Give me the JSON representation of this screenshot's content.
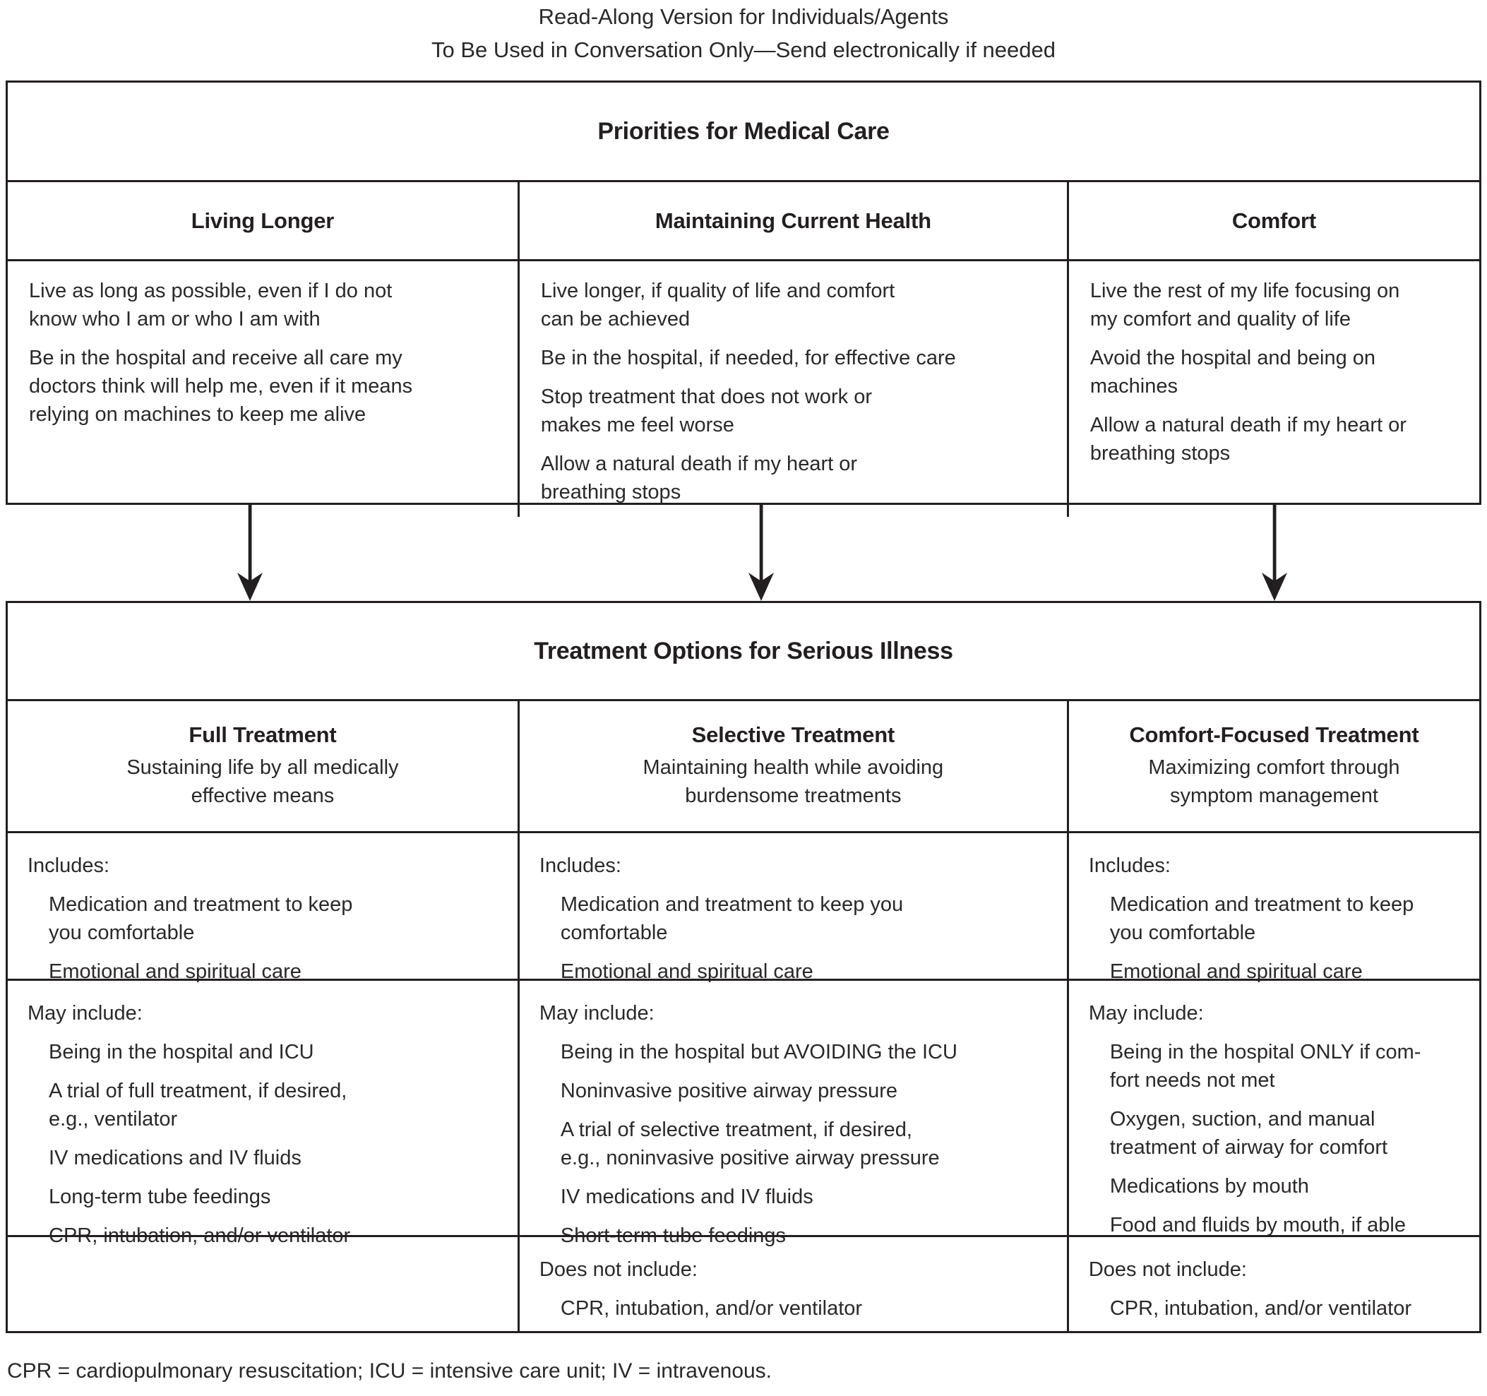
{
  "header": {
    "line1": "Read-Along Version for Individuals/Agents",
    "line2": "To Be Used in Conversation Only—Send electronically if needed"
  },
  "priorities_table": {
    "title": "Priorities for Medical Care",
    "columns": [
      {
        "header": "Living Longer",
        "items": [
          "Live as long as possible, even if I do not\nknow who I am or who I am with",
          "Be in the hospital and receive all care my\ndoctors think will help me, even if it means\nrelying on machines to keep me alive"
        ]
      },
      {
        "header": "Maintaining Current Health",
        "items": [
          "Live longer, if quality of life and comfort\ncan be achieved",
          "Be in the hospital, if needed, for effective care",
          "Stop treatment that does not work or\nmakes me feel worse",
          "Allow a natural death if my heart or\nbreathing stops"
        ]
      },
      {
        "header": "Comfort",
        "items": [
          "Live the rest of my life focusing on\nmy comfort and quality of life",
          "Avoid the hospital and being on\nmachines",
          "Allow a natural death if my heart or\nbreathing stops"
        ]
      }
    ]
  },
  "flow_arrows": {
    "icon": "down-arrow",
    "count": 3
  },
  "treatment_table": {
    "title": "Treatment Options for Serious Illness",
    "columns": [
      {
        "header": "Full Treatment",
        "subtitle": "Sustaining life by all medically\neffective means",
        "includes_label": "Includes:",
        "includes": [
          "Medication and treatment to keep\nyou comfortable",
          "Emotional and spiritual care"
        ],
        "may_include_label": "May include:",
        "may_include": [
          "Being in the hospital and ICU",
          "A trial of full treatment, if desired,\ne.g., ventilator",
          "IV medications and IV fluids",
          "Long-term tube feedings",
          "CPR, intubation, and/or ventilator"
        ],
        "does_not_include_label": "",
        "does_not_include": []
      },
      {
        "header": "Selective Treatment",
        "subtitle": "Maintaining health while avoiding\nburdensome treatments",
        "includes_label": "Includes:",
        "includes": [
          "Medication and treatment to keep you\ncomfortable",
          "Emotional and spiritual care"
        ],
        "may_include_label": "May include:",
        "may_include": [
          "Being in the hospital but AVOIDING the ICU",
          "Noninvasive positive airway pressure",
          "A trial of selective treatment, if desired,\ne.g., noninvasive positive airway pressure",
          "IV medications and IV fluids",
          "Short-term tube feedings"
        ],
        "does_not_include_label": "Does not include:",
        "does_not_include": [
          "CPR, intubation, and/or ventilator"
        ]
      },
      {
        "header": "Comfort-Focused Treatment",
        "subtitle": "Maximizing comfort through\nsymptom management",
        "includes_label": "Includes:",
        "includes": [
          "Medication and treatment to keep\nyou comfortable",
          "Emotional and spiritual care"
        ],
        "may_include_label": "May include:",
        "may_include": [
          "Being in the hospital ONLY if com-\nfort needs not met",
          "Oxygen, suction, and manual\ntreatment of airway for comfort",
          "Medications by mouth",
          "Food and fluids by mouth, if able"
        ],
        "does_not_include_label": "Does not include:",
        "does_not_include": [
          "CPR, intubation, and/or ventilator"
        ]
      }
    ]
  },
  "footer": {
    "text": "CPR = cardiopulmonary resuscitation; ICU = intensive care unit; IV = intravenous."
  },
  "colors": {
    "text": "#2b2828",
    "border": "#231f20",
    "background": "#ffffff"
  }
}
